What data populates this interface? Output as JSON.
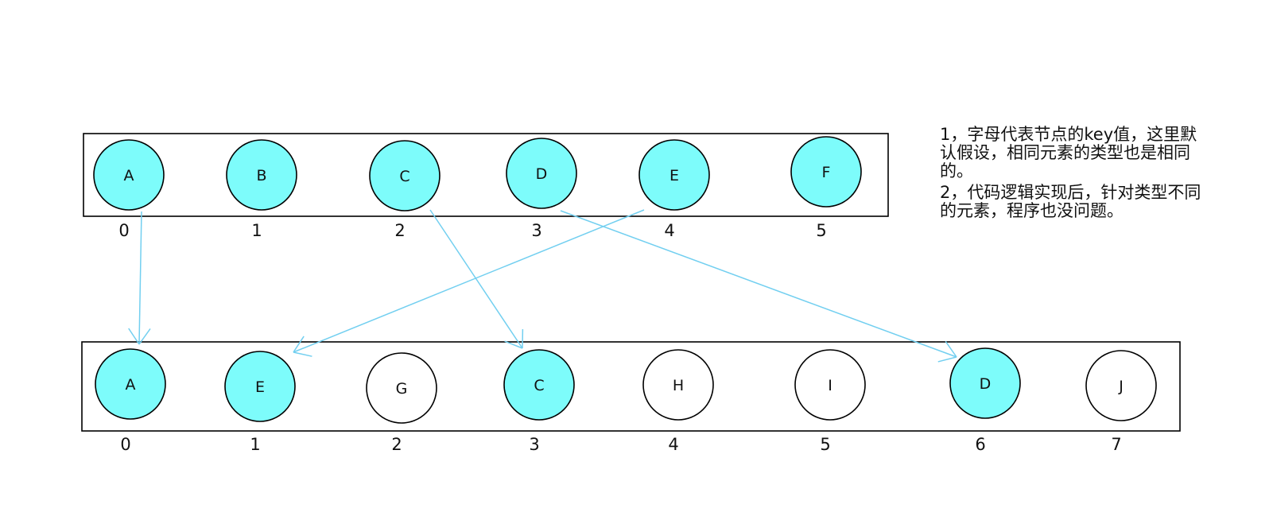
{
  "colors": {
    "matched_fill": "#7dfcfb",
    "unmatched_fill": "#ffffff",
    "arrow": "#72cff0",
    "stroke": "#000000"
  },
  "old_row": {
    "nodes": [
      {
        "key": "A",
        "index": "0",
        "highlighted": true
      },
      {
        "key": "B",
        "index": "1",
        "highlighted": true
      },
      {
        "key": "C",
        "index": "2",
        "highlighted": true
      },
      {
        "key": "D",
        "index": "3",
        "highlighted": true
      },
      {
        "key": "E",
        "index": "4",
        "highlighted": true
      },
      {
        "key": "F",
        "index": "5",
        "highlighted": true
      }
    ]
  },
  "new_row": {
    "nodes": [
      {
        "key": "A",
        "index": "0",
        "highlighted": true
      },
      {
        "key": "E",
        "index": "1",
        "highlighted": true
      },
      {
        "key": "G",
        "index": "2",
        "highlighted": false
      },
      {
        "key": "C",
        "index": "3",
        "highlighted": true
      },
      {
        "key": "H",
        "index": "4",
        "highlighted": false
      },
      {
        "key": "I",
        "index": "5",
        "highlighted": false
      },
      {
        "key": "D",
        "index": "6",
        "highlighted": true
      },
      {
        "key": "J",
        "index": "7",
        "highlighted": false
      }
    ]
  },
  "mappings": [
    {
      "from_key": "A",
      "to_key": "A"
    },
    {
      "from_key": "C",
      "to_key": "C"
    },
    {
      "from_key": "E",
      "to_key": "E"
    },
    {
      "from_key": "D",
      "to_key": "D"
    }
  ],
  "notes": {
    "note1": "1，字母代表节点的key值，这里默认假设，相同元素的类型也是相同的。",
    "note2": "2，代码逻辑实现后，针对类型不同的元素，程序也没问题。"
  }
}
